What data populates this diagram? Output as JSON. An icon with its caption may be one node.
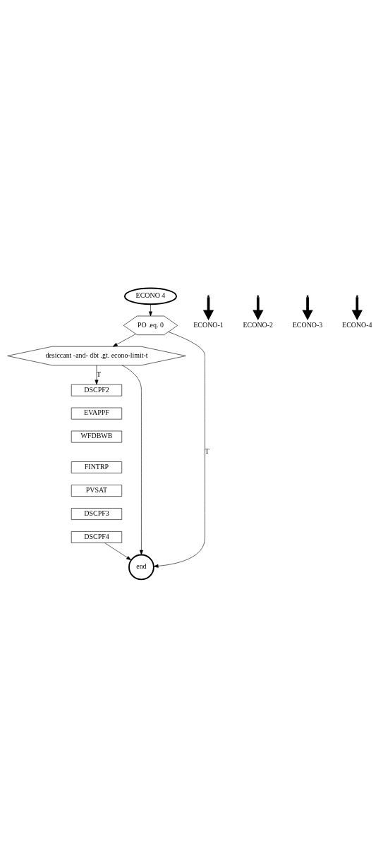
{
  "diagram": {
    "nodes": [
      {
        "text": [
          "ECONO 4"
        ]
      },
      {
        "text": [
          "PO .eq. 0"
        ]
      },
      {
        "text": [
          "desiccant -and- dbt .gt. econo-limit-t"
        ]
      },
      {
        "text": [
          "DSCPF2"
        ]
      },
      {
        "text": [
          "EVAPPF"
        ]
      },
      {
        "text": [
          "WFDBWB"
        ]
      },
      {
        "text": [
          "FINTRP"
        ]
      },
      {
        "text": [
          "PVSAT"
        ]
      },
      {
        "text": [
          "DSCPF3"
        ]
      },
      {
        "text": [
          "DSCPF4"
        ]
      },
      {
        "text": [
          "end"
        ]
      },
      {
        "text": [
          "ECONO-1"
        ]
      },
      {
        "text": [
          "ECONO-2"
        ]
      },
      {
        "text": [
          "ECONO-3"
        ]
      },
      {
        "text": [
          "ECONO-4"
        ]
      }
    ],
    "edges": [
      {
        "from": 0,
        "to": 1,
        "arrow": "to"
      },
      {
        "from": null,
        "to": 11,
        "arrow": "to",
        "style": "thick"
      },
      {
        "from": 1,
        "to": 2,
        "arrow": "to"
      },
      {
        "from": null,
        "to": 12,
        "arrow": "to",
        "style": "thick"
      },
      {
        "from": 2,
        "to": 3,
        "arrow": "to",
        "label": "T"
      },
      {
        "from": 1,
        "to": 10,
        "arrow": "to",
        "label": "T"
      },
      {
        "from": 2,
        "to": 10,
        "arrow": "to"
      },
      {
        "from": 9,
        "to": 10,
        "arrow": "to"
      },
      {
        "from": null,
        "to": 13,
        "arrow": "to",
        "style": "thick"
      },
      {
        "from": null,
        "to": 14,
        "arrow": "to",
        "style": "thick"
      }
    ]
  }
}
